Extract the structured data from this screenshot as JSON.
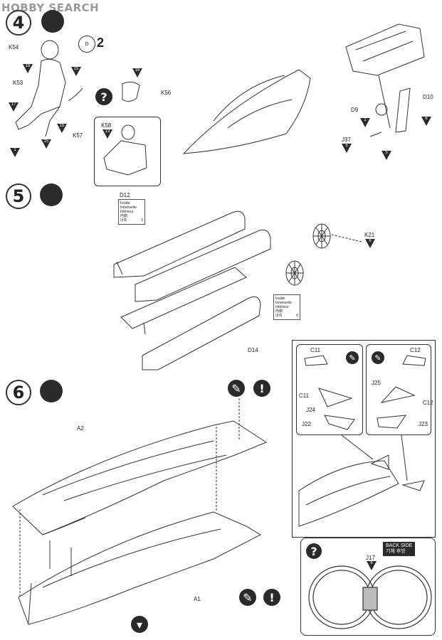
{
  "watermark": "HOBBY SEARCH",
  "steps": [
    {
      "number": "4"
    },
    {
      "number": "5"
    },
    {
      "number": "6"
    }
  ],
  "step4": {
    "pilot_variant": "2",
    "parts": [
      "K54",
      "K53",
      "K57",
      "K56",
      "K58",
      "D9",
      "D10",
      "J37"
    ],
    "callouts": [
      "18",
      "15",
      "17",
      "15",
      "15",
      "1",
      "16",
      "13",
      "1",
      "5",
      "5",
      "6"
    ]
  },
  "step5": {
    "parts": [
      "D12",
      "K21",
      "D14"
    ],
    "paint_note_lines": [
      "Inside",
      "Innenseite",
      "Intérieur",
      "內側",
      "내측"
    ],
    "paint_code": "3",
    "paint_code_2": "6",
    "k21_code": "6"
  },
  "step6": {
    "parts": [
      "A2",
      "A1"
    ],
    "inset_parts": [
      "C11",
      "C12",
      "C11",
      "J25",
      "C12",
      "J24",
      "J22",
      "J23"
    ],
    "back_side_label": "BACK SIDE",
    "back_side_korean": "기체 후방",
    "j17_label": "J17",
    "j17_code": "6"
  }
}
